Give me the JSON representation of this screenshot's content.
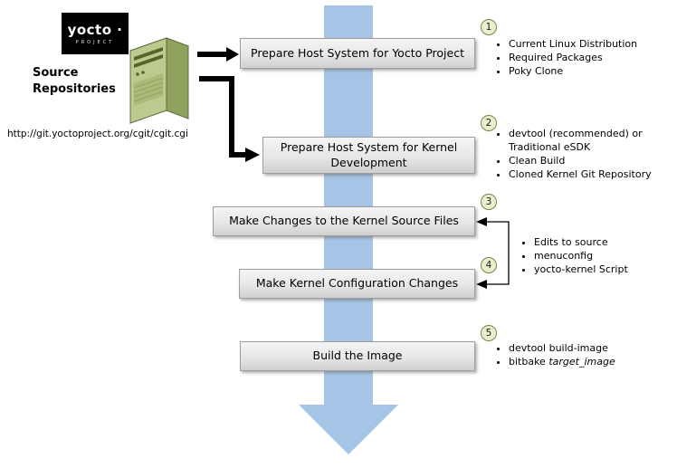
{
  "logo": {
    "brand": "yocto ·",
    "subbrand": "PROJECT"
  },
  "source": {
    "title": "Source Repositories",
    "url": "http://git.yoctoproject.org/cgit/cgit.cgi"
  },
  "flow": {
    "steps": [
      {
        "number": "1",
        "label": "Prepare Host System for Yocto Project"
      },
      {
        "number": "2",
        "label": "Prepare Host System for Kernel Development"
      },
      {
        "number": "3",
        "label": "Make Changes to the Kernel Source Files"
      },
      {
        "number": "4",
        "label": "Make Kernel Configuration Changes"
      },
      {
        "number": "5",
        "label": "Build the Image"
      }
    ],
    "notes1": [
      "Current Linux Distribution",
      "Required Packages",
      "Poky Clone"
    ],
    "notes2": [
      "devtool (recommended) or Traditional eSDK",
      "Clean Build",
      "Cloned Kernel Git Repository"
    ],
    "notes34": [
      "Edits to source",
      "menuconfig",
      "yocto-kernel Script"
    ],
    "notes5": {
      "item1": "devtool build-image",
      "item2_normal": "bitbake ",
      "item2_italic": "target_image"
    }
  },
  "colors": {
    "main_arrow_blue": "#a6c4e6",
    "server_green_front": "#bccb8d",
    "server_green_side": "#90a35e",
    "server_green_top": "#d6e0ac",
    "badge_fill": "#e9eecd",
    "badge_border": "#75864a",
    "box_gradient_top": "#f5f5f5",
    "box_gradient_bottom": "#cfcfcf",
    "connector_black": "#000000"
  }
}
